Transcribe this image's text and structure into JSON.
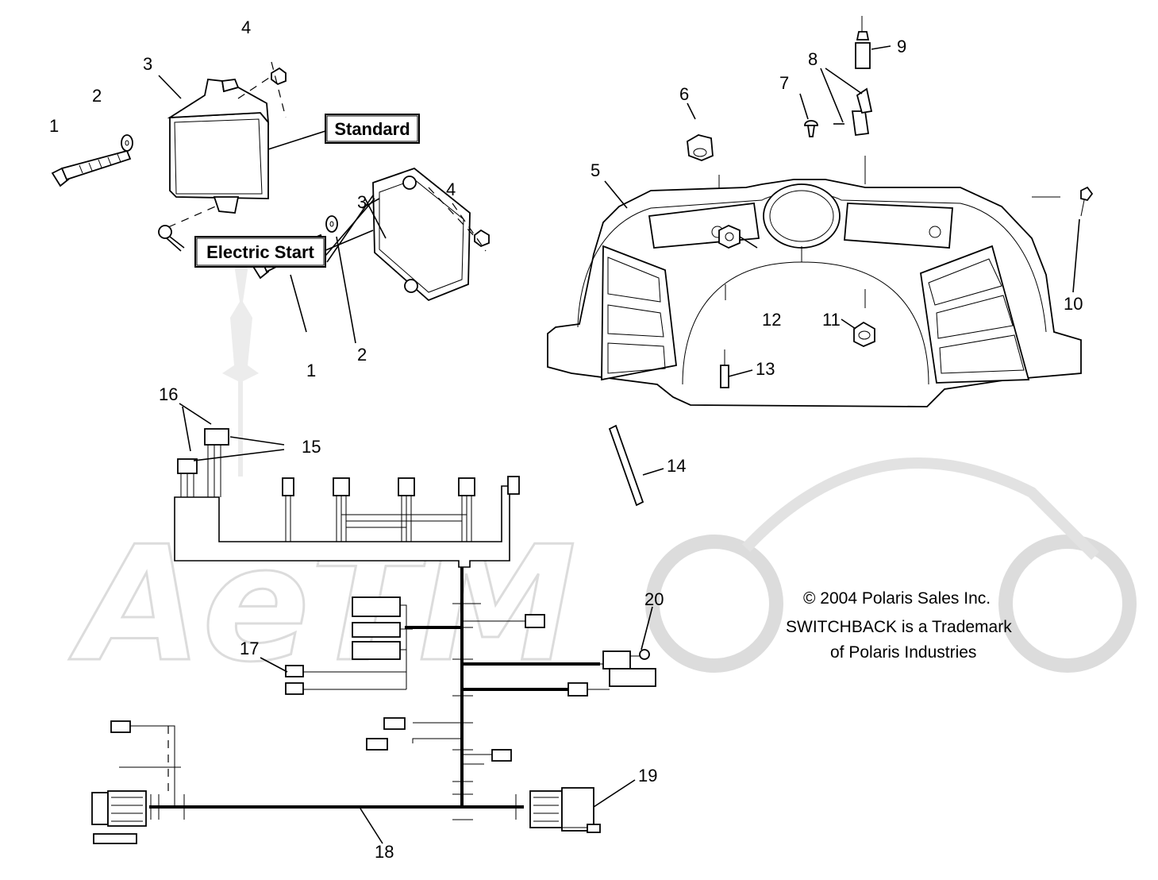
{
  "callouts": {
    "c1a": "1",
    "c1b": "1",
    "c2a": "2",
    "c2b": "2",
    "c3a": "3",
    "c3b": "3",
    "c4a": "4",
    "c4b": "4",
    "c5": "5",
    "c6": "6",
    "c7": "7",
    "c8": "8",
    "c9": "9",
    "c10": "10",
    "c11": "11",
    "c12": "12",
    "c13": "13",
    "c14": "14",
    "c15": "15",
    "c16": "16",
    "c17": "17",
    "c18": "18",
    "c19": "19",
    "c20": "20"
  },
  "labels": {
    "standard": "Standard",
    "electric_start": "Electric Start"
  },
  "notes": {
    "copyright": "© 2004 Polaris Sales Inc.",
    "trademark_line1": "SWITCHBACK is a Trademark",
    "trademark_line2": "of Polaris Industries"
  },
  "watermark": {
    "text": "AeTM"
  },
  "colors": {
    "ink": "#000000",
    "watermark": "#dcdcdc",
    "background": "#ffffff"
  }
}
